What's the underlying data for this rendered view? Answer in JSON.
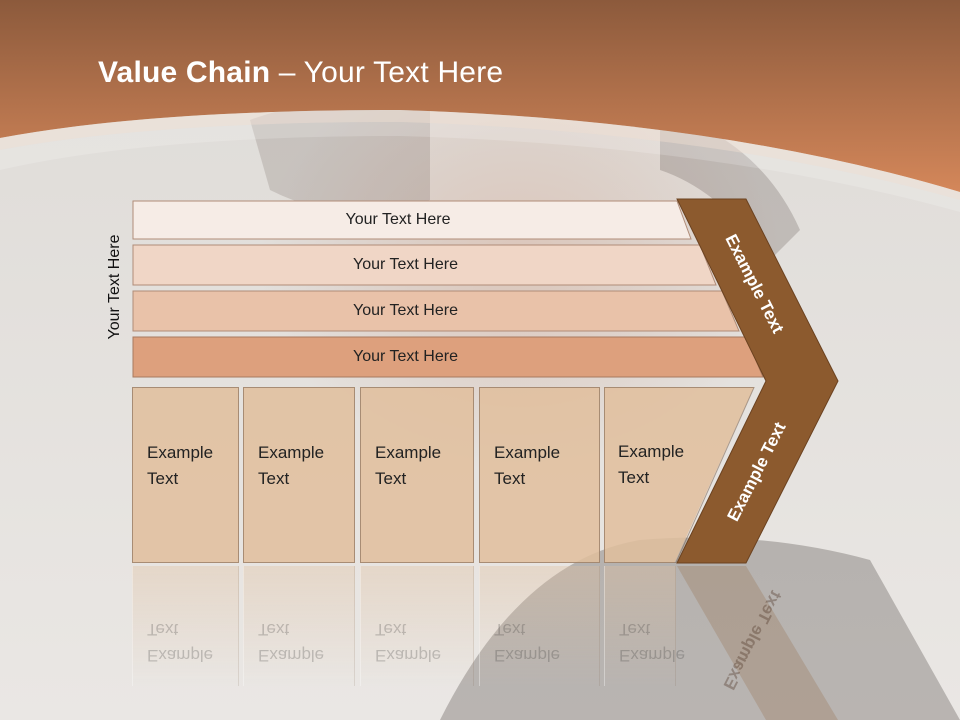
{
  "title": {
    "bold": "Value Chain",
    "rest": " – Your Text Here"
  },
  "side_label": "Your Text Here",
  "bands": [
    {
      "label": "Your Text Here"
    },
    {
      "label": "Your Text Here"
    },
    {
      "label": "Your Text Here"
    },
    {
      "label": "Your Text Here"
    }
  ],
  "columns": [
    {
      "label": "Example\nText"
    },
    {
      "label": "Example\nText"
    },
    {
      "label": "Example\nText"
    },
    {
      "label": "Example\nText"
    },
    {
      "label": "Example\nText"
    }
  ],
  "chevron": {
    "top_label": "Example Text",
    "bottom_label": "Example Text"
  },
  "colors": {
    "header_top": "#8c5a3c",
    "header_bottom": "#d4875a",
    "chevron": "#8c5a2e",
    "band_1": "#f6ece6",
    "band_2": "#f0d6c6",
    "band_3": "#e9c2a9",
    "band_4": "#dda07d",
    "column": "#e0be9c"
  }
}
